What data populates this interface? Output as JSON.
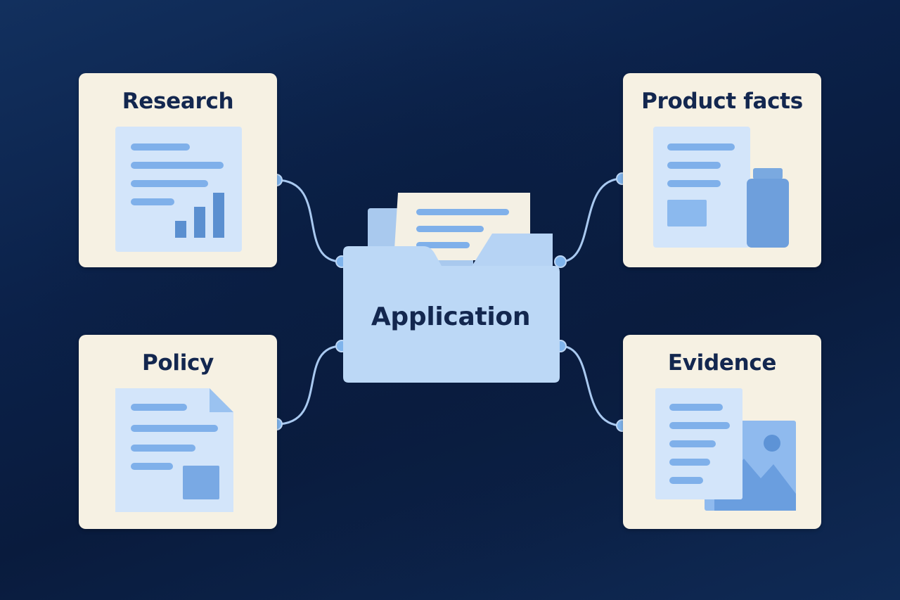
{
  "center": {
    "label": "Application",
    "icon": "folder-icon"
  },
  "cards": {
    "research": {
      "title": "Research",
      "icon": "report-chart-icon"
    },
    "product_facts": {
      "title": "Product facts",
      "icon": "product-bottle-icon"
    },
    "policy": {
      "title": "Policy",
      "icon": "policy-document-icon"
    },
    "evidence": {
      "title": "Evidence",
      "icon": "document-image-icon"
    }
  },
  "colors": {
    "background": "#0b2149",
    "card": "#f6f1e3",
    "text": "#13274f",
    "accent": "#7fb0ea",
    "panel": "#d3e5fa"
  }
}
